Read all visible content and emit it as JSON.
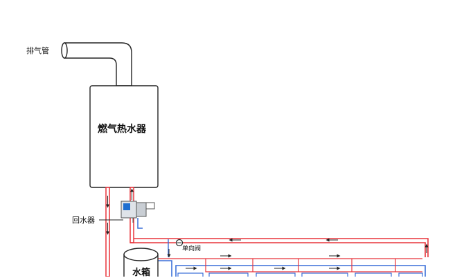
{
  "labels": {
    "exhaust_pipe": "排气管",
    "gas_water_heater": "燃气热水器",
    "water_return_unit": "回水器",
    "check_valve": "单向阀",
    "water_tank": "水箱"
  },
  "colors": {
    "hot_pipe": "#e8333a",
    "cold_pipe": "#3a6fd8",
    "outline": "#222222",
    "panel_blue": "#1f6fd0",
    "panel_grey": "#9aa3ad"
  },
  "icons": [
    "exhaust-pipe-icon",
    "water-heater-icon",
    "water-return-unit-icon",
    "check-valve-icon",
    "water-tank-icon",
    "flow-arrow-icon"
  ]
}
